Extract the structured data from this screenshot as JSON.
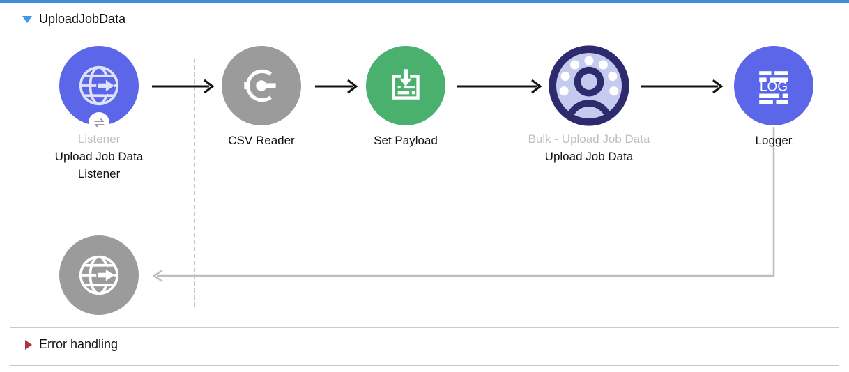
{
  "window": {
    "accent_color": "#3d8fd8"
  },
  "flow": {
    "title": "UploadJobData",
    "toggle_icon": "triangle-down-icon",
    "expanded": true,
    "nodes": [
      {
        "id": "listener",
        "icon": "globe-arrow-icon",
        "badge_icon": "exchange-arrows-icon",
        "color": "#5b67e8",
        "subtitle": "Listener",
        "name_line1": "Upload Job Data",
        "name_line2": "Listener"
      },
      {
        "id": "csv-reader",
        "icon": "transform-c-icon",
        "color": "#9b9b9b",
        "subtitle": "",
        "name_line1": "CSV Reader",
        "name_line2": ""
      },
      {
        "id": "set-payload",
        "icon": "set-payload-icon",
        "color": "#49b16d",
        "subtitle": "",
        "name_line1": "Set Payload",
        "name_line2": ""
      },
      {
        "id": "bulk-upload-job-data",
        "icon": "salesforce-cloud-user-icon",
        "color": "#2e2a6e",
        "subtitle": "Bulk - Upload Job Data",
        "name_line1": "Upload Job Data",
        "name_line2": ""
      },
      {
        "id": "logger",
        "icon": "log-icon",
        "color": "#5b67e8",
        "icon_text": "LOG",
        "subtitle": "",
        "name_line1": "Logger",
        "name_line2": ""
      },
      {
        "id": "response",
        "icon": "globe-arrow-icon",
        "color": "#9b9b9b",
        "subtitle": "",
        "name_line1": "",
        "name_line2": ""
      }
    ]
  },
  "error_handling": {
    "title": "Error handling",
    "toggle_icon": "triangle-right-icon",
    "expanded": false
  }
}
